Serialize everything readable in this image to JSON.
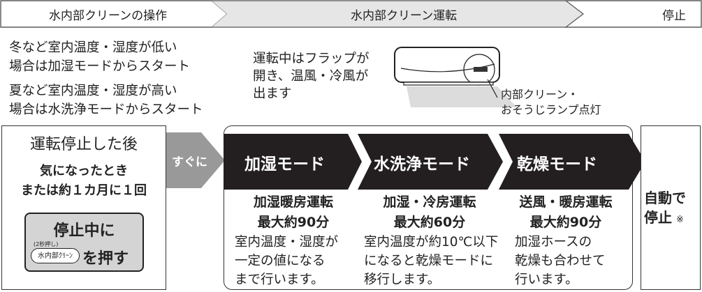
{
  "header": {
    "col1": "水内部クリーンの操作",
    "col2": "水内部クリーン運転",
    "col3": "停止"
  },
  "notes": {
    "winter_line1": "冬など室内温度・湿度が低い",
    "winter_line2": "場合は加湿モードからスタート",
    "summer_line1": "夏など室内温度・湿度が高い",
    "summer_line2": "場合は水洗浄モードからスタート"
  },
  "illustration": {
    "text_line1": "運転中はフラップが",
    "text_line2": "開き、温風・冷風が",
    "text_line3": "出ます",
    "callout_line1": "内部クリーン・",
    "callout_line2": "おそうじランプ点灯"
  },
  "operation": {
    "title": "運転停止した後",
    "line1": "気になったとき",
    "line2": "または約１カ月に１回",
    "btn_line1": "停止中に",
    "btn_small": "(2秒押し)",
    "btn_key": "水内部ｸﾘｰﾝ",
    "btn_line2": "を押す"
  },
  "connector": "すぐに",
  "modes": [
    {
      "title": "加湿モード",
      "sub1": "加湿暖房運転",
      "sub2": "最大約90分",
      "d1": "室内温度・湿度が",
      "d2": "一定の値になる",
      "d3": "まで行います。"
    },
    {
      "title": "水洗浄モード",
      "sub1": "加湿・冷房運転",
      "sub2": "最大約60分",
      "d1": "室内温度が約10℃以下",
      "d2": "になると乾燥モードに",
      "d3": "移行します。"
    },
    {
      "title": "乾燥モード",
      "sub1": "送風・暖房運転",
      "sub2": "最大約90分",
      "d1": "加湿ホースの",
      "d2": "乾燥も合わせて",
      "d3": "行います。"
    }
  ],
  "stop": {
    "line1": "自動で",
    "line2": "停止",
    "mark": "※"
  },
  "colors": {
    "header_gray": "#e6e6e6",
    "arrow_dark": "#231f20",
    "button_fill": "#d4d4d4",
    "connector_gray": "#999999"
  }
}
